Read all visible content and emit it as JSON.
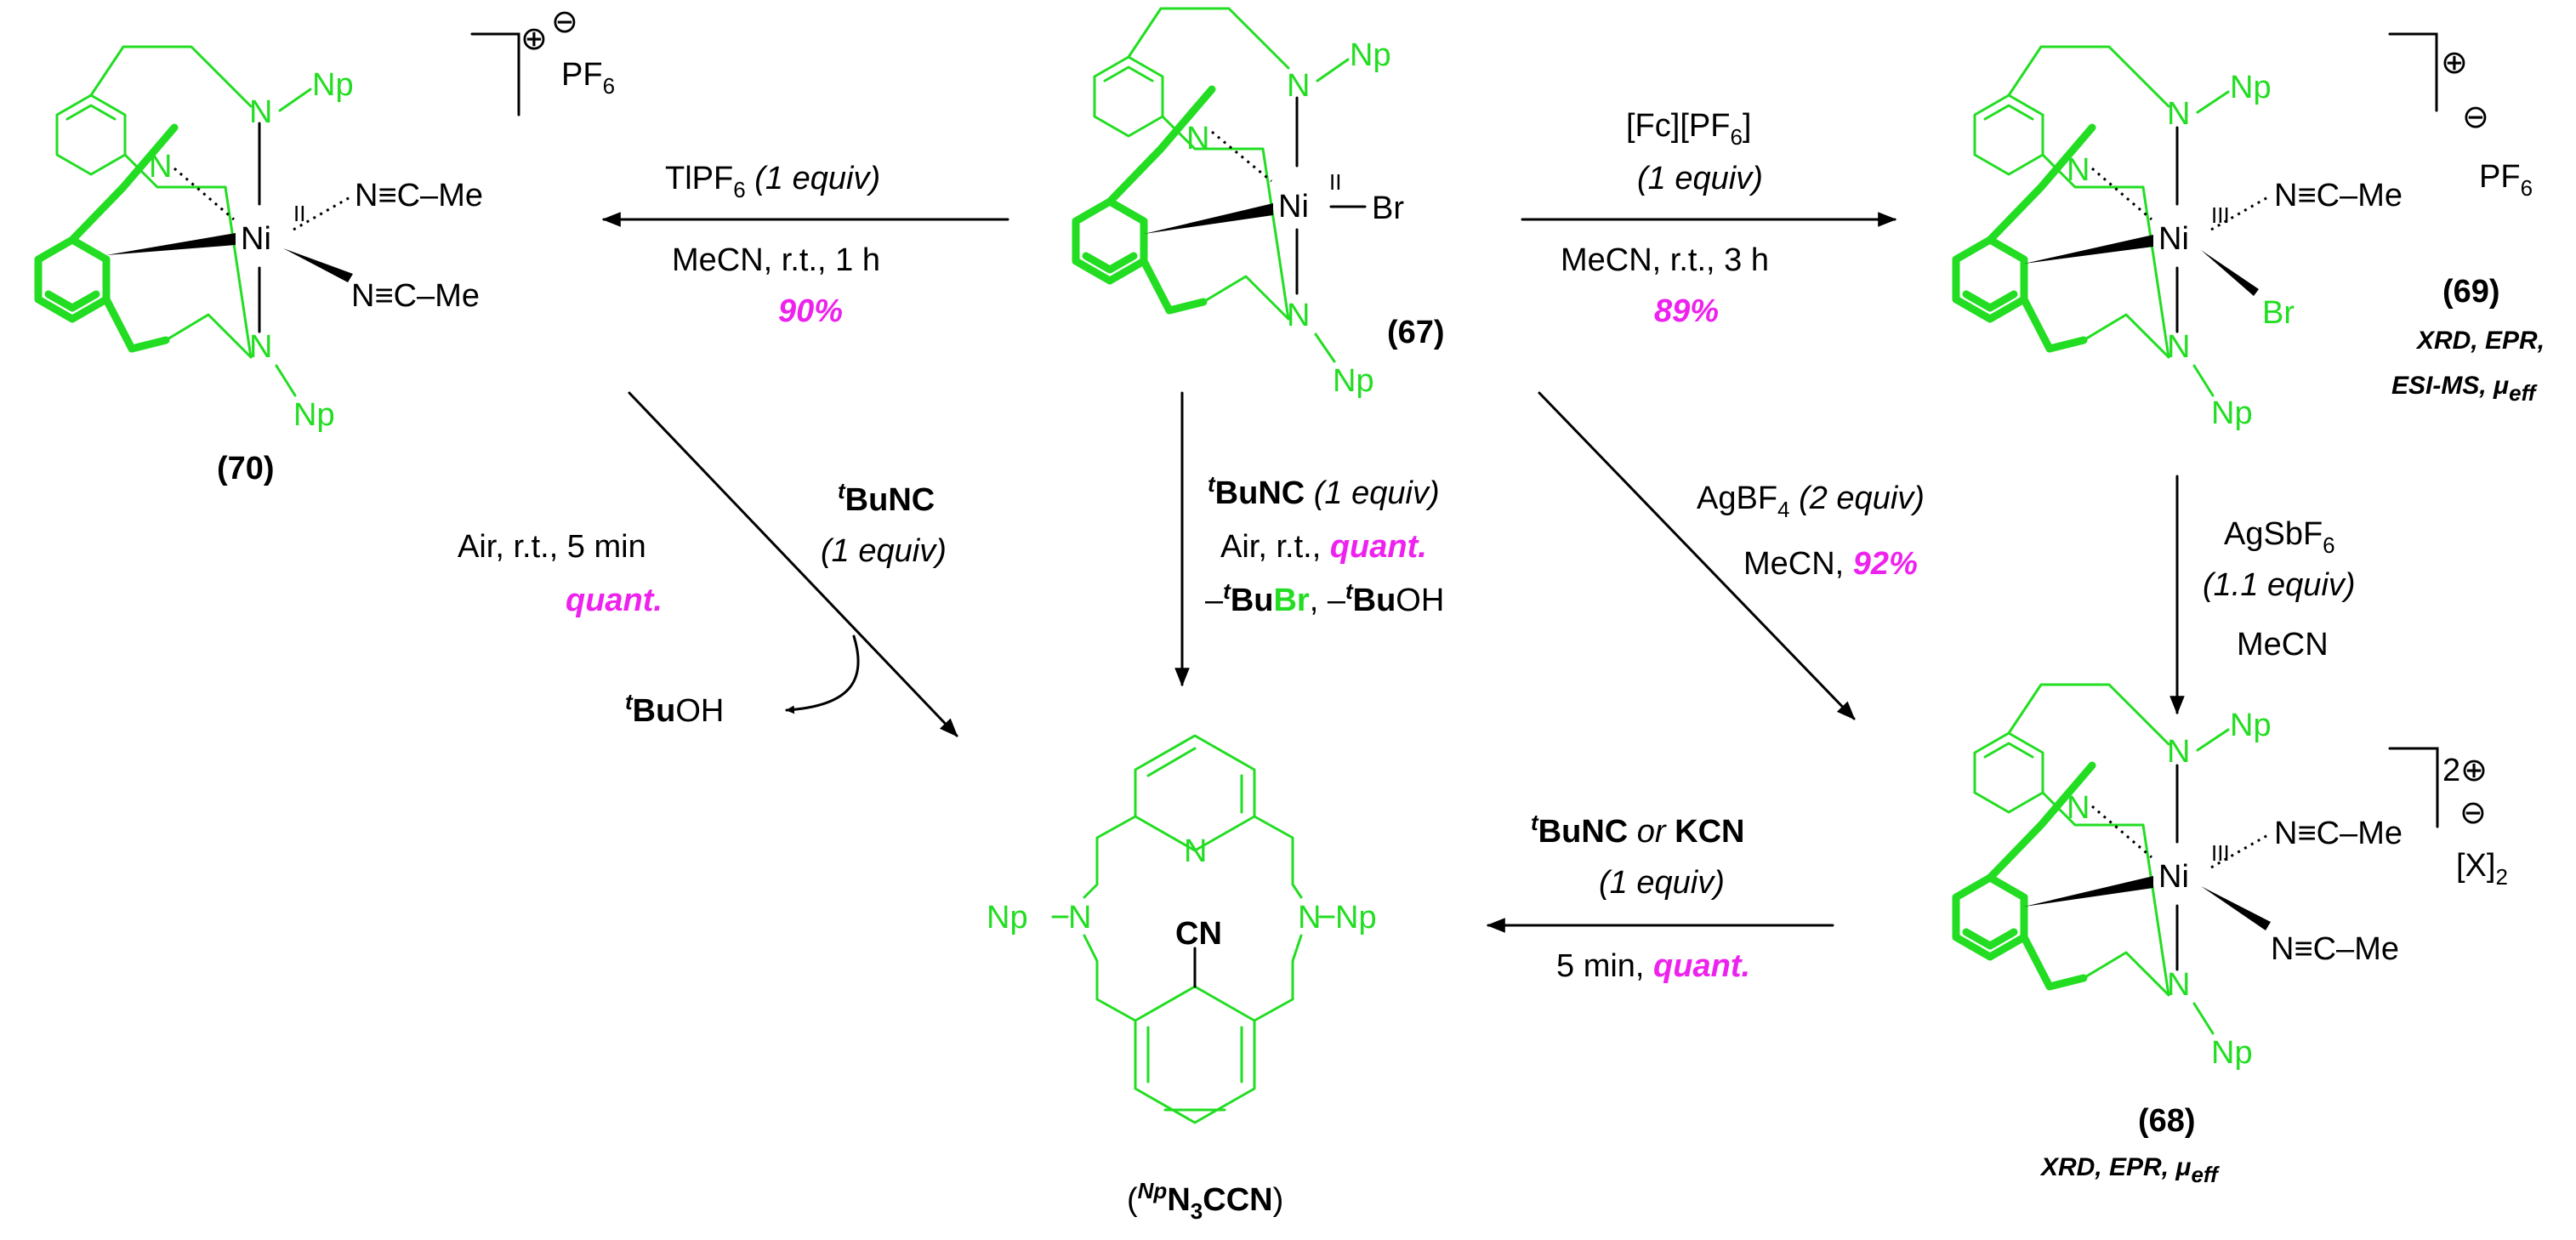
{
  "compounds": {
    "c67": {
      "label": "(67)",
      "metal": "Ni",
      "ox": "II",
      "ligand_x": "Br",
      "np_top": "Np",
      "np_bot": "Np",
      "n_top": "N",
      "n_py": "N",
      "n_bot": "N"
    },
    "c70": {
      "label": "(70)",
      "metal": "Ni",
      "ox": "II",
      "ncme_1": "N≡C–Me",
      "ncme_2": "N≡C–Me",
      "np_top": "Np",
      "np_bot": "Np",
      "n_top": "N",
      "n_py": "N",
      "n_bot": "N",
      "charge": "⊕",
      "anion_charge": "⊖",
      "anion": "PF",
      "anion_sub": "6"
    },
    "c69": {
      "label": "(69)",
      "metal": "Ni",
      "ox": "III",
      "ncme": "N≡C–Me",
      "ligand_x": "Br",
      "np_top": "Np",
      "np_bot": "Np",
      "n_top": "N",
      "n_py": "N",
      "n_bot": "N",
      "charge": "⊕",
      "anion_charge": "⊖",
      "anion": "PF",
      "anion_sub": "6",
      "methods_1": "XRD, EPR,",
      "methods_2": "ESI-MS, μ",
      "methods_sub": "eff"
    },
    "c68": {
      "label": "(68)",
      "metal": "Ni",
      "ox": "III",
      "ncme_1": "N≡C–Me",
      "ncme_2": "N≡C–Me",
      "np_top": "Np",
      "np_bot": "Np",
      "n_top": "N",
      "n_py": "N",
      "n_bot": "N",
      "charge": "2⊕",
      "anion_charge": "⊖",
      "anion": "[X]",
      "anion_sub": "2",
      "methods": "XRD, EPR, μ",
      "methods_sub": "eff"
    },
    "product": {
      "label_sup": "Np",
      "label_main": "N",
      "label_sub": "3",
      "label_tail": "CCN",
      "cn": "CN",
      "n_py": "N",
      "n_left": "N",
      "n_right": "N",
      "np_left": "Np",
      "np_right": "Np"
    }
  },
  "reactions": {
    "to70": {
      "reagent": "TlPF",
      "reagent_sub": "6",
      "equiv": "(1 equiv)",
      "conditions": "MeCN, r.t., 1 h",
      "yield": "90%"
    },
    "to69": {
      "reagent": "[Fc][PF",
      "reagent_sub": "6",
      "reagent_end": "]",
      "equiv": "(1 equiv)",
      "conditions": "MeCN, r.t., 3 h",
      "yield": "89%"
    },
    "from70": {
      "reagent_sup": "t",
      "reagent": "BuNC",
      "equiv": "(1 equiv)",
      "conditions": "Air, r.t., 5 min",
      "yield": "quant.",
      "byproduct_sup": "t",
      "byproduct_bold": "Bu",
      "byproduct_rest": "OH"
    },
    "from67": {
      "reagent_sup": "t",
      "reagent": "BuNC",
      "equiv": "(1 equiv)",
      "conditions": "Air, r.t., ",
      "yield": "quant.",
      "byproduct_1_pre": "–",
      "byproduct_1_sup": "t",
      "byproduct_1_bu": "Bu",
      "byproduct_1_br": "Br",
      "byproduct_2_pre": ", –",
      "byproduct_2_sup": "t",
      "byproduct_2_bu": "Bu",
      "byproduct_2_rest": "OH"
    },
    "to68_direct": {
      "reagent": "AgBF",
      "reagent_sub": "4",
      "equiv": "(2 equiv)",
      "conditions": "MeCN, ",
      "yield": "92%"
    },
    "69to68": {
      "reagent": "AgSbF",
      "reagent_sub": "6",
      "equiv": "(1.1 equiv)",
      "conditions": "MeCN"
    },
    "68toProduct": {
      "reagent_sup": "t",
      "reagent": "BuNC",
      "or": " or ",
      "reagent_2": "KCN",
      "equiv": "(1 equiv)",
      "conditions": "5 min, ",
      "yield": "quant."
    }
  },
  "colors": {
    "ligand": "#22dd22",
    "yield": "#ee22ee",
    "text": "#000000"
  }
}
